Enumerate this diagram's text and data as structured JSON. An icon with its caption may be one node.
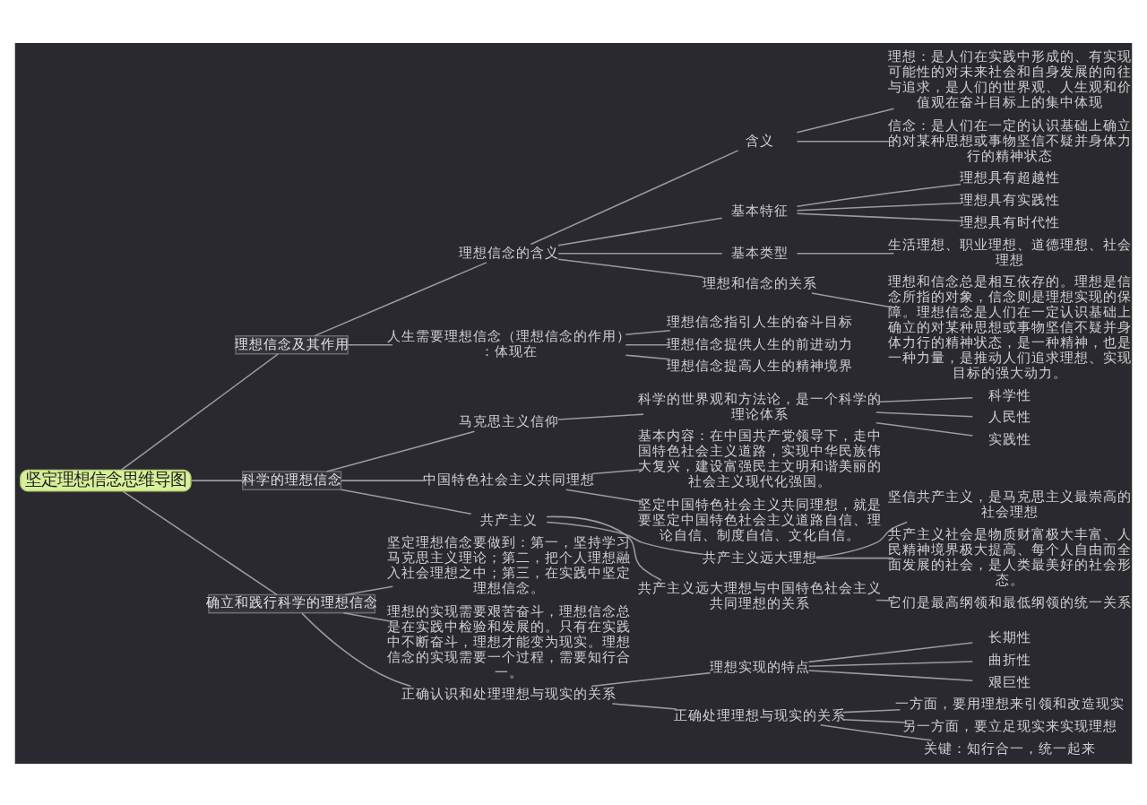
{
  "diagram": {
    "nodes": [
      {
        "text": [
          "坚定理想信念思维导图"
        ]
      },
      {
        "text": [
          "理想信念及其作用"
        ]
      },
      {
        "text": [
          "理想信念的含义"
        ]
      },
      {
        "text": [
          "含义"
        ]
      },
      {
        "text": [
          "理想：是人们在实践中形成的、有实现可能性的对未来社会和自身发展的向往与追求，是人们的世界观、人生观和价值观在奋斗目标上的集中体现"
        ]
      },
      {
        "text": [
          "信念：是人们在一定的认识基础上确立的对某种思想或事物坚信不疑并身体力行的精神状态"
        ]
      },
      {
        "text": [
          "基本特征"
        ]
      },
      {
        "text": [
          "理想具有超越性"
        ]
      },
      {
        "text": [
          "理想具有实践性"
        ]
      },
      {
        "text": [
          "理想具有时代性"
        ]
      },
      {
        "text": [
          "基本类型"
        ]
      },
      {
        "text": [
          "生活理想、职业理想、道德理想、社会理想"
        ]
      },
      {
        "text": [
          "理想和信念的关系"
        ]
      },
      {
        "text": [
          "理想和信念总是相互依存的。理想是信念所指的对象，信念则是理想实现的保障。理想信念是人们在一定认识基础上确立的对某种思想或事物坚信不疑并身体力行的精神状态，是一种精神，也是一种力量，是推动人们追求理想、实现目标的强大动力。"
        ]
      },
      {
        "text": [
          "人生需要理想信念（理想信念的作用）：体现在"
        ]
      },
      {
        "text": [
          "理想信念指引人生的奋斗目标"
        ]
      },
      {
        "text": [
          "理想信念提供人生的前进动力"
        ]
      },
      {
        "text": [
          "理想信念提高人生的精神境界"
        ]
      },
      {
        "text": [
          "科学的理想信念"
        ]
      },
      {
        "text": [
          "马克思主义信仰"
        ]
      },
      {
        "text": [
          "科学的世界观和方法论，是一个科学的理论体系"
        ]
      },
      {
        "text": [
          "科学性"
        ]
      },
      {
        "text": [
          "人民性"
        ]
      },
      {
        "text": [
          "实践性"
        ]
      },
      {
        "text": [
          "中国特色社会主义共同理想"
        ]
      },
      {
        "text": [
          "基本内容：在中国共产党领导下，走中国特色社会主义道路，实现中华民族伟大复兴，建设富强民主文明和谐美丽的社会主义现代化强国。"
        ]
      },
      {
        "text": [
          "坚定中国特色社会主义共同理想，就是要坚定中国特色社会主义道路自信、理论自信、制度自信、文化自信。"
        ]
      },
      {
        "text": [
          "共产主义"
        ]
      },
      {
        "text": [
          "共产主义远大理想"
        ]
      },
      {
        "text": [
          "坚信共产主义，是马克思主义最崇高的社会理想"
        ]
      },
      {
        "text": [
          "共产主义社会是物质财富极大丰富、人民精神境界极大提高、每个人自由而全面发展的社会，是人类最美好的社会形态。"
        ]
      },
      {
        "text": [
          "共产主义远大理想与中国特色社会主义共同理想的关系"
        ]
      },
      {
        "text": [
          "它们是最高纲领和最低纲领的统一关系"
        ]
      },
      {
        "text": [
          "确立和践行科学的理想信念"
        ]
      },
      {
        "text": [
          "坚定理想信念要做到：第一，坚持学习马克思主义理论；第二，把个人理想融入社会理想之中；第三，在实践中坚定理想信念。"
        ]
      },
      {
        "text": [
          "理想的实现需要艰苦奋斗，理想信念总是在实践中检验和发展的。只有在实践中不断奋斗，理想才能变为现实。理想信念的实现需要一个过程，需要知行合一。"
        ]
      },
      {
        "text": [
          "正确认识和处理理想与现实的关系"
        ]
      },
      {
        "text": [
          "理想实现的特点"
        ]
      },
      {
        "text": [
          "长期性"
        ]
      },
      {
        "text": [
          "曲折性"
        ]
      },
      {
        "text": [
          "艰巨性"
        ]
      },
      {
        "text": [
          "正确处理理想与现实的关系"
        ]
      },
      {
        "text": [
          "一方面，要用理想来引领和改造现实"
        ]
      },
      {
        "text": [
          "另一方面，要立足现实来实现理想"
        ]
      },
      {
        "text": [
          "关键：知行合一，统一起来"
        ]
      }
    ],
    "edges": [
      {
        "from": 0,
        "to": 1,
        "arrow": "none"
      },
      {
        "from": 1,
        "to": 2,
        "arrow": "none"
      },
      {
        "from": 2,
        "to": 3,
        "arrow": "none"
      },
      {
        "from": 3,
        "to": 4,
        "arrow": "none"
      },
      {
        "from": 3,
        "to": 5,
        "arrow": "none"
      },
      {
        "from": 2,
        "to": 6,
        "arrow": "none"
      },
      {
        "from": 6,
        "to": 7,
        "arrow": "none"
      },
      {
        "from": 6,
        "to": 8,
        "arrow": "none"
      },
      {
        "from": 6,
        "to": 9,
        "arrow": "none"
      },
      {
        "from": 2,
        "to": 10,
        "arrow": "none"
      },
      {
        "from": 10,
        "to": 11,
        "arrow": "none"
      },
      {
        "from": 2,
        "to": 12,
        "arrow": "none"
      },
      {
        "from": 12,
        "to": 13,
        "arrow": "none"
      },
      {
        "from": 1,
        "to": 14,
        "arrow": "none"
      },
      {
        "from": 14,
        "to": 15,
        "arrow": "none"
      },
      {
        "from": 14,
        "to": 16,
        "arrow": "none"
      },
      {
        "from": 14,
        "to": 17,
        "arrow": "none"
      },
      {
        "from": 0,
        "to": 18,
        "arrow": "none"
      },
      {
        "from": 18,
        "to": 19,
        "arrow": "none"
      },
      {
        "from": 19,
        "to": 20,
        "arrow": "none"
      },
      {
        "from": 20,
        "to": 21,
        "arrow": "none"
      },
      {
        "from": 20,
        "to": 22,
        "arrow": "none"
      },
      {
        "from": 20,
        "to": 23,
        "arrow": "none"
      },
      {
        "from": 18,
        "to": 24,
        "arrow": "none"
      },
      {
        "from": 24,
        "to": 25,
        "arrow": "none"
      },
      {
        "from": 24,
        "to": 26,
        "arrow": "none"
      },
      {
        "from": 18,
        "to": 27,
        "arrow": "none"
      },
      {
        "from": 27,
        "to": 28,
        "arrow": "none"
      },
      {
        "from": 28,
        "to": 29,
        "arrow": "none"
      },
      {
        "from": 28,
        "to": 30,
        "arrow": "none"
      },
      {
        "from": 27,
        "to": 31,
        "arrow": "none"
      },
      {
        "from": 31,
        "to": 32,
        "arrow": "none"
      },
      {
        "from": 0,
        "to": 33,
        "arrow": "none"
      },
      {
        "from": 33,
        "to": 34,
        "arrow": "none"
      },
      {
        "from": 33,
        "to": 35,
        "arrow": "none"
      },
      {
        "from": 33,
        "to": 36,
        "arrow": "none"
      },
      {
        "from": 36,
        "to": 37,
        "arrow": "none"
      },
      {
        "from": 37,
        "to": 38,
        "arrow": "none"
      },
      {
        "from": 37,
        "to": 39,
        "arrow": "none"
      },
      {
        "from": 37,
        "to": 40,
        "arrow": "none"
      },
      {
        "from": 36,
        "to": 41,
        "arrow": "none"
      },
      {
        "from": 41,
        "to": 42,
        "arrow": "none"
      },
      {
        "from": 41,
        "to": 43,
        "arrow": "none"
      },
      {
        "from": 41,
        "to": 44,
        "arrow": "none"
      }
    ]
  }
}
